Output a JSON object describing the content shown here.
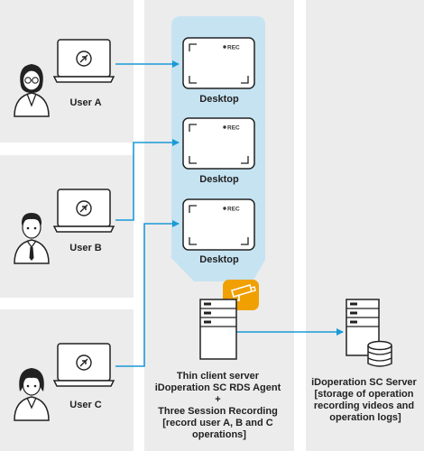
{
  "users": [
    {
      "label": "User A"
    },
    {
      "label": "User B"
    },
    {
      "label": "User C"
    }
  ],
  "desktops": [
    {
      "label": "Desktop",
      "rec": "REC"
    },
    {
      "label": "Desktop",
      "rec": "REC"
    },
    {
      "label": "Desktop",
      "rec": "REC"
    }
  ],
  "thin_client": {
    "lines": [
      "Thin client server",
      "iDoperation SC RDS Agent",
      "+",
      "Three Session Recording",
      "[record user A, B and C",
      "operations]"
    ]
  },
  "sc_server": {
    "lines": [
      "iDoperation SC Server",
      "[storage of operation",
      "recording videos and",
      "operation logs]"
    ]
  },
  "colors": {
    "lane_gray": "#ececec",
    "highlight_blue": "#c6e3f2",
    "arrow_blue": "#1a9ad6",
    "camera_orange": "#f0a000",
    "stroke": "#333333"
  }
}
